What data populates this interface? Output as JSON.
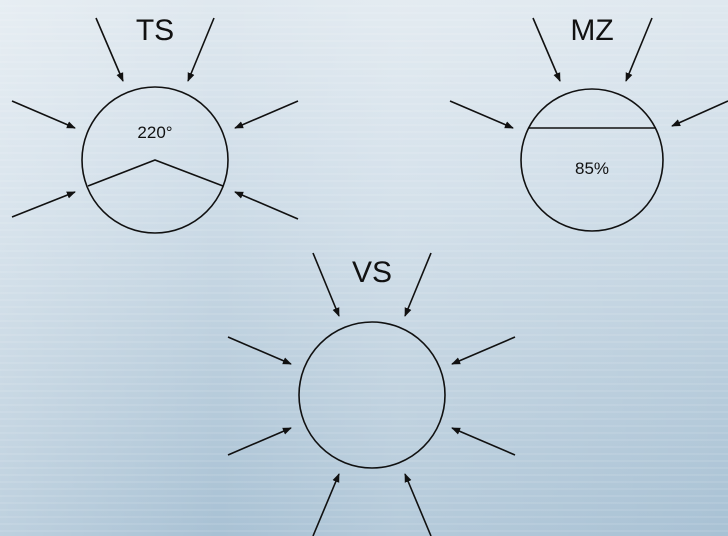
{
  "diagrams": {
    "ts": {
      "label": "TS",
      "value": "220°"
    },
    "mz": {
      "label": "MZ",
      "value": "85%"
    },
    "vs": {
      "label": "VS"
    }
  },
  "colors": {
    "stroke": "#111111",
    "background_top": "#dfe8ef",
    "background_bottom": "#a8c1d4"
  }
}
